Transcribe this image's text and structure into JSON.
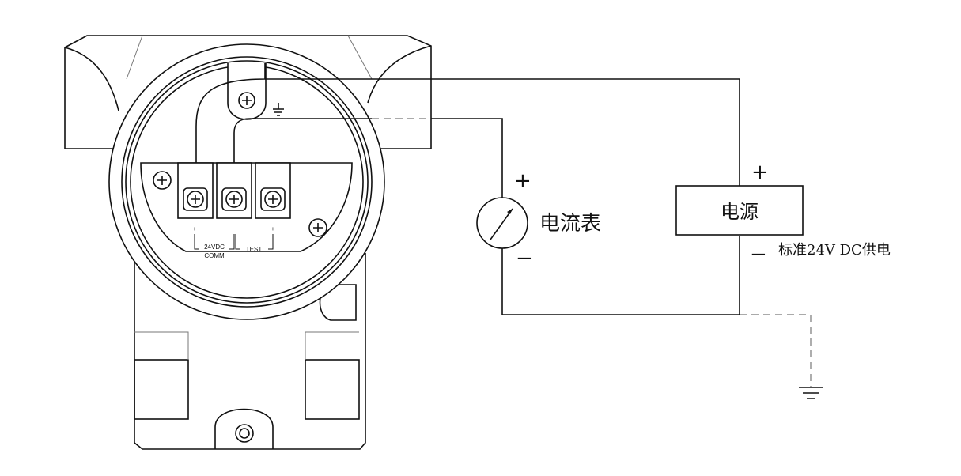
{
  "ammeter": {
    "label": "电流表",
    "plus": "+",
    "minus": "−"
  },
  "power_supply": {
    "label": "电源",
    "plus": "+",
    "minus": "−",
    "note": "标准24V DC供电"
  },
  "terminals": {
    "plus_left": "+",
    "minus_mid": "−",
    "plus_right": "+",
    "label_24vdc": "24VDC",
    "label_comm": "COMM",
    "label_test": "TEST"
  },
  "icons": [
    "screw-icon",
    "ground-icon",
    "ammeter-icon"
  ]
}
